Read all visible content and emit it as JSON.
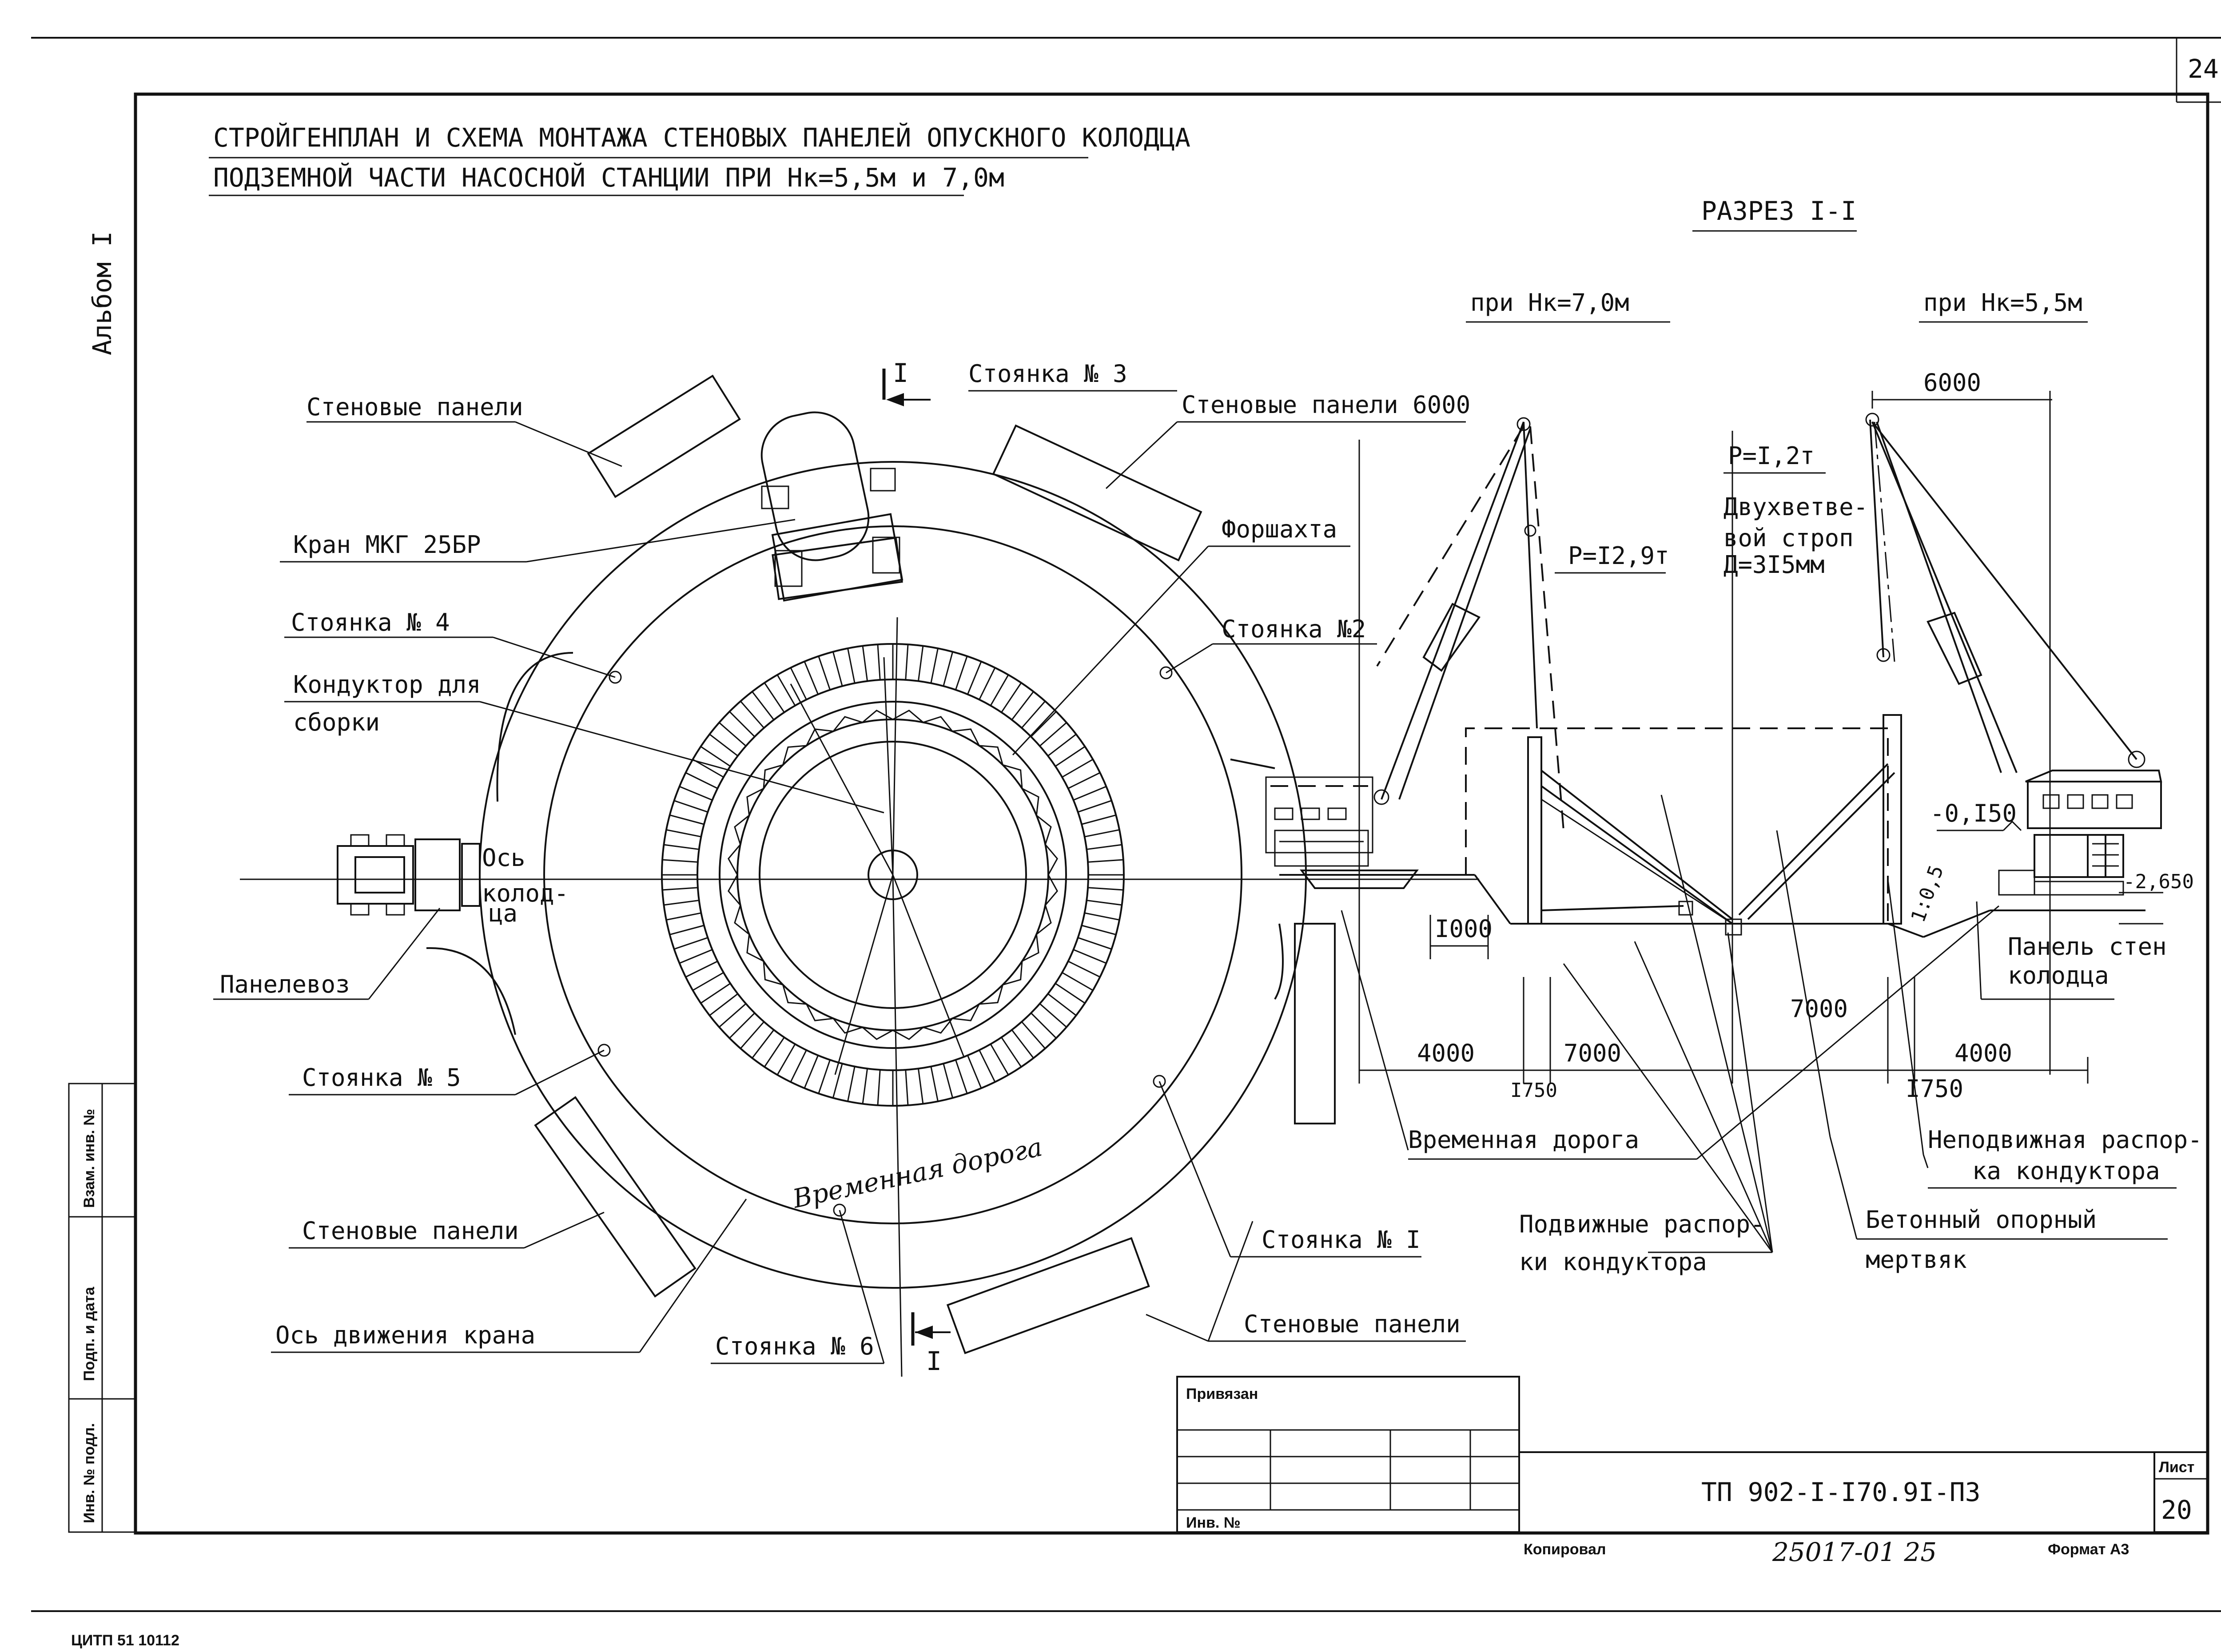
{
  "sheet_number": "24",
  "album": "Альбом I",
  "title_line1": "СТРОЙГЕНПЛАН И СХЕМА МОНТАЖА СТЕНОВЫХ ПАНЕЛЕЙ ОПУСКНОГО КОЛОДЦА",
  "title_line2": "ПОДЗЕМНОЙ ЧАСТИ НАСОСНОЙ СТАНЦИИ ПРИ Нк=5,5м и 7,0м",
  "plan": {
    "section_mark": "I",
    "labels": {
      "panels_top_left": "Стеновые панели",
      "crane": "Кран МКГ 25БР",
      "stop4": "Стоянка № 4",
      "jig_1": "Кондуктор для",
      "jig_2": "сборки",
      "axis_1": "Ось",
      "axis_2": "колод-",
      "axis_3": "ца",
      "transporter": "Панелевоз",
      "stop5": "Стоянка № 5",
      "panels_bottom_left": "Стеновые панели",
      "crane_axis": "Ось движения крана",
      "stop6": "Стоянка № 6",
      "stop3": "Стоянка № 3",
      "panels_top_right": "Стеновые панели 6000",
      "forshakhta": "Форшахта",
      "stop2": "Стоянка №2",
      "stop1": "Стоянка № I",
      "panels_bottom_right": "Стеновые панели",
      "temp_road_curved": "Временная дорога"
    }
  },
  "section": {
    "title": "РАЗРЕЗ I-I",
    "case_left": "при Нк=7,0м",
    "case_right": "при Нк=5,5м",
    "load_left": "P=I2,9т",
    "load_right": "P=I,2т",
    "sling_1": "Двухветве-",
    "sling_2": "вой строп",
    "sling_3": "Д=3I5мм",
    "level1": "-0,I50",
    "level2": "-2,650",
    "slope": "1:0,5",
    "dims": {
      "d6000": "6000",
      "d1000": "I000",
      "d4000_left": "4000",
      "d1750_left": "I750",
      "d7000_left": "7000",
      "d7000_right": "7000",
      "d1750_right": "I750",
      "d4000_right": "4000"
    },
    "labels": {
      "wall_panel_1": "Панель стен",
      "wall_panel_2": "колодца",
      "temp_road": "Временная дорога",
      "fixed_strut_1": "Неподвижная распор-",
      "fixed_strut_2": "ка кондуктора",
      "mobile_strut_1": "Подвижные распор-",
      "mobile_strut_2": "ки кондуктора",
      "anchor_1": "Бетонный опорный",
      "anchor_2": "мертвяк"
    }
  },
  "title_block": {
    "bound": "Привязан",
    "inv": "Инв. №",
    "code": "ТП 902-I-I70.9I-ПЗ",
    "sheet_label": "Лист",
    "sheet_value": "20",
    "copied": "Копировал",
    "format": "Формат А3",
    "stamp_handwritten": "25017-01   25"
  },
  "side_stamp": {
    "c1": "Взам. инв. №",
    "c2": "Подп. и дата",
    "c3": "Инв. № подл."
  },
  "footer_code": "ЦИТП   51 10112"
}
